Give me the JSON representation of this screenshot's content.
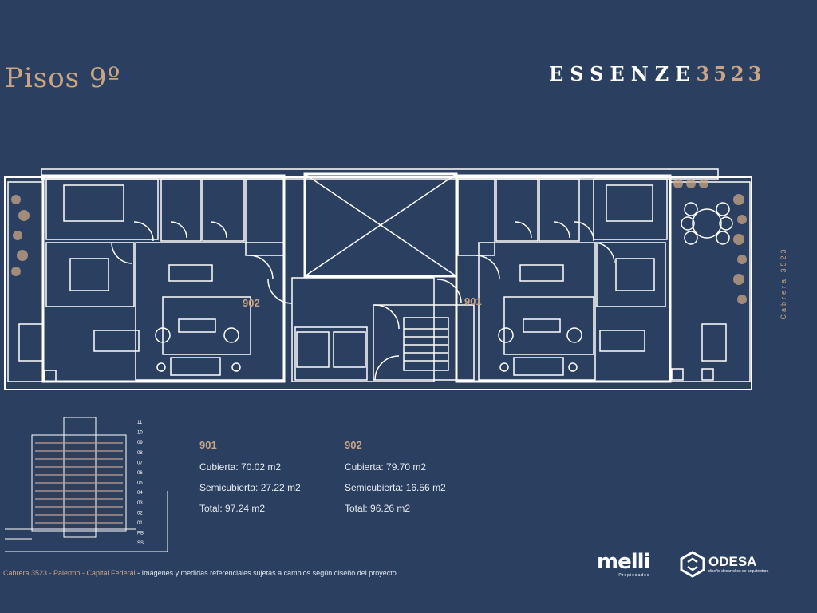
{
  "page": {
    "title": "Pisos 9º"
  },
  "brand": {
    "word": "ESSENZE",
    "number": "3523"
  },
  "plan": {
    "unit_left_label": "902",
    "unit_right_label": "901",
    "street_label": "Cabrera 3523"
  },
  "elevation": {
    "levels": [
      "11",
      "10",
      "09",
      "08",
      "07",
      "06",
      "05",
      "04",
      "03",
      "02",
      "01",
      "PB",
      "SS"
    ]
  },
  "units": [
    {
      "id": "901",
      "cubierta": "Cubierta: 70.02 m2",
      "semicubierta": "Semicubierta: 27.22 m2",
      "total": "Total: 97.24 m2"
    },
    {
      "id": "902",
      "cubierta": "Cubierta: 79.70 m2",
      "semicubierta": "Semicubierta: 16.56 m2",
      "total": "Total: 96.26 m2"
    }
  ],
  "footer": {
    "location": "Cabrera 3523  -  Palermo  -  Capital Federal",
    "disclaimer": " - Imágenes y medidas referenciales sujetas a cambios según diseño del proyecto."
  },
  "logos": {
    "melli": "melli",
    "melli_sub": "Propiedades",
    "odesa": "ODESA",
    "odesa_sub": "diseño desarrollos de arquitectura"
  },
  "colors": {
    "background": "#2b3f60",
    "accent": "#c9a585",
    "line": "#ffffff"
  }
}
